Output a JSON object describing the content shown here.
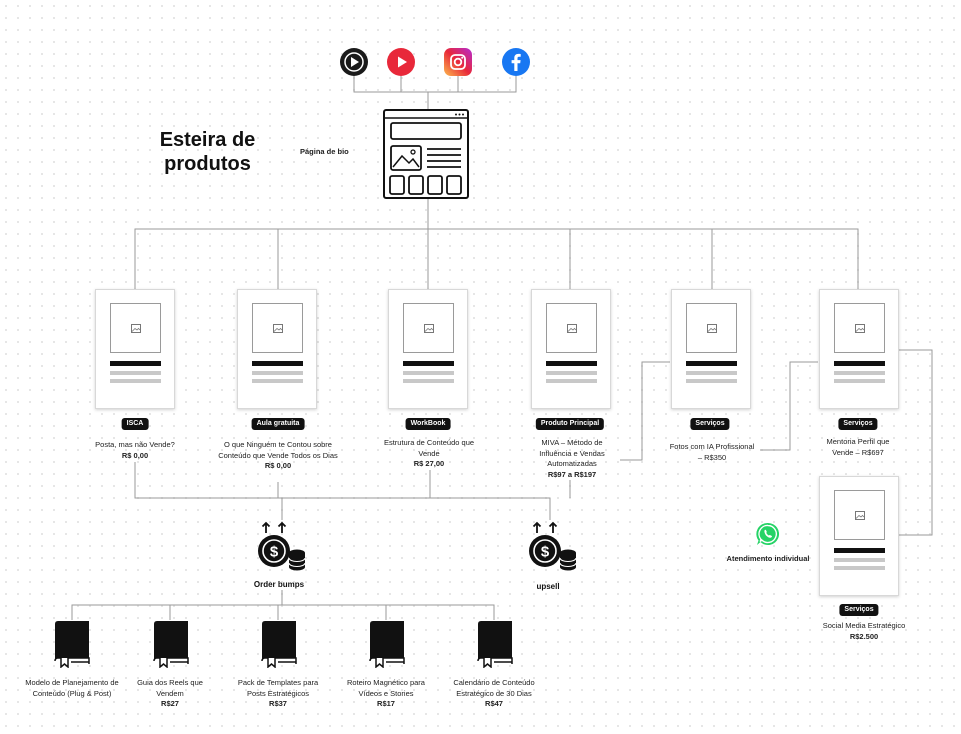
{
  "diagram": {
    "title_line1": "Esteira de",
    "title_line2": "produtos",
    "bio_label": "Página de bio",
    "socials": [
      {
        "name": "play-store-icon",
        "color": "#1a1a1a"
      },
      {
        "name": "youtube-icon",
        "color": "#e8283a"
      },
      {
        "name": "instagram-icon",
        "color": "#d6249f"
      },
      {
        "name": "facebook-icon",
        "color": "#1877f2"
      }
    ],
    "products": [
      {
        "badge": "ISCA",
        "desc": "Posta, mas não Vende?",
        "price": "R$ 0,00"
      },
      {
        "badge": "Aula gratuita",
        "desc": "O que Ninguém te Contou sobre Conteúdo que Vende Todos os Dias",
        "price": "R$ 0,00"
      },
      {
        "badge": "WorkBook",
        "desc": "Estrutura de Conteúdo que Vende",
        "price": "R$ 27,00"
      },
      {
        "badge": "Produto Principal",
        "desc": "MIVA – Método de Influência e Vendas Automatizadas",
        "price": "R$97 a R$197"
      },
      {
        "badge": "Serviços",
        "desc": "Fotos com IA Profissional – R$350",
        "price": ""
      },
      {
        "badge": "Serviços",
        "desc": "Mentoria Perfil que Vende – R$697",
        "price": ""
      }
    ],
    "extra_service": {
      "badge": "Serviços",
      "desc": "Social Media Estratégico",
      "price": "R$2.500"
    },
    "whatsapp_label": "Atendimento individual",
    "order_bumps_label": "Order bumps",
    "upsell_label": "upsell",
    "bumps": [
      {
        "desc": "Modelo de Planejamento de Conteúdo (Plug & Post)",
        "price": ""
      },
      {
        "desc": "Guia dos Reels que Vendem",
        "price": "R$27"
      },
      {
        "desc": "Pack de Templates para Posts Estratégicos",
        "price": "R$37"
      },
      {
        "desc": "Roteiro Magnético para Vídeos e Stories",
        "price": "R$17"
      },
      {
        "desc": "Calendário de Conteúdo Estratégico de 30 Dias",
        "price": "R$47"
      }
    ]
  }
}
